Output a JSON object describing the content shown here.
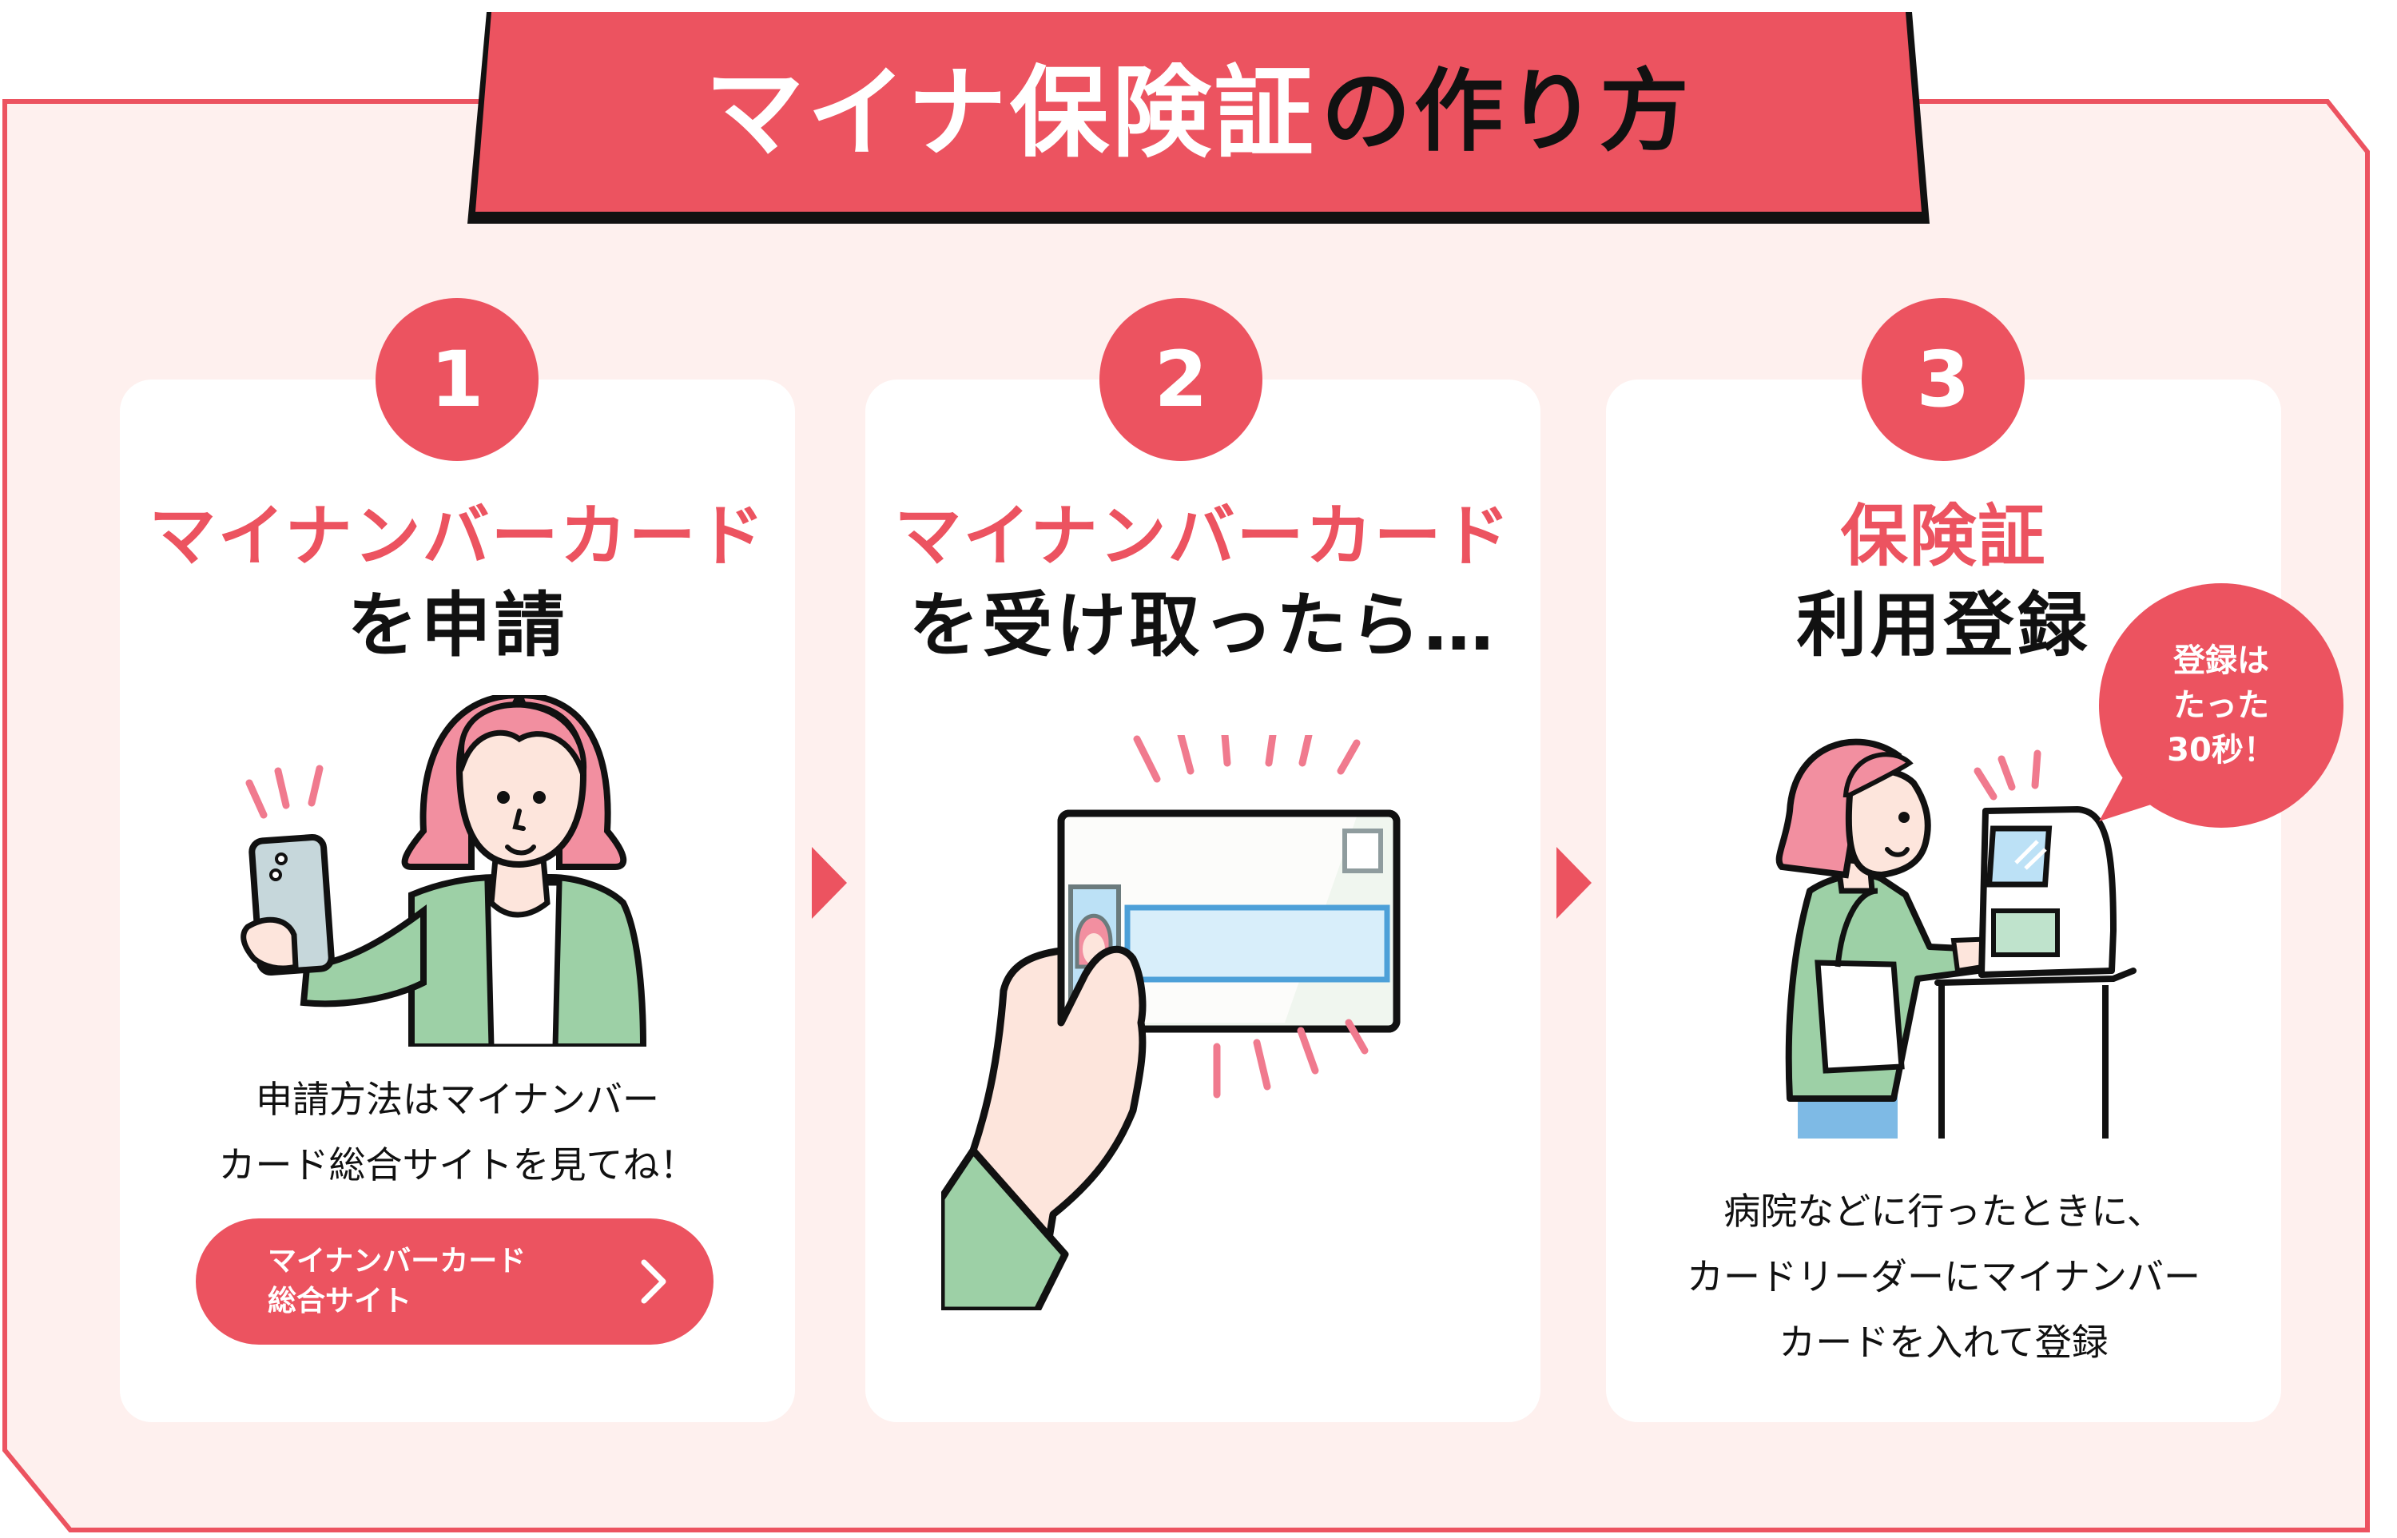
{
  "title": {
    "highlight": "マイナ保険証",
    "rest": "の作り方"
  },
  "colors": {
    "accent": "#EC5360",
    "background": "#FEF0EE",
    "panel": "#FFFFFF",
    "text": "#111111",
    "hair_pink": "#F28FA0",
    "jacket_green": "#9DD0A6",
    "skin": "#FDE5DC",
    "screen_blue": "#BCE1F6"
  },
  "steps": [
    {
      "number": "1",
      "title_accent": "マイナンバーカード",
      "title_main": "を申請",
      "description_lines": [
        "申請方法はマイナンバー",
        "カード総合サイトを見てね！"
      ],
      "illustration": "woman-holding-smartphone",
      "button": {
        "label": "マイナンバーカード\n総合サイト",
        "icon": "chevron-right-icon"
      }
    },
    {
      "number": "2",
      "title_accent": "マイナンバーカード",
      "title_main": "を受け取ったら…",
      "illustration": "hand-holding-mynumber-card"
    },
    {
      "number": "3",
      "title_accent": "保険証",
      "title_main": "利用登録",
      "badge": "登録は\nたった\n30秒！",
      "illustration": "woman-at-card-reader",
      "description_lines": [
        "病院などに行ったときに、",
        "カードリーダーにマイナンバー",
        "カードを入れて登録"
      ]
    }
  ],
  "arrows": [
    "arrow-right-icon",
    "arrow-right-icon"
  ]
}
